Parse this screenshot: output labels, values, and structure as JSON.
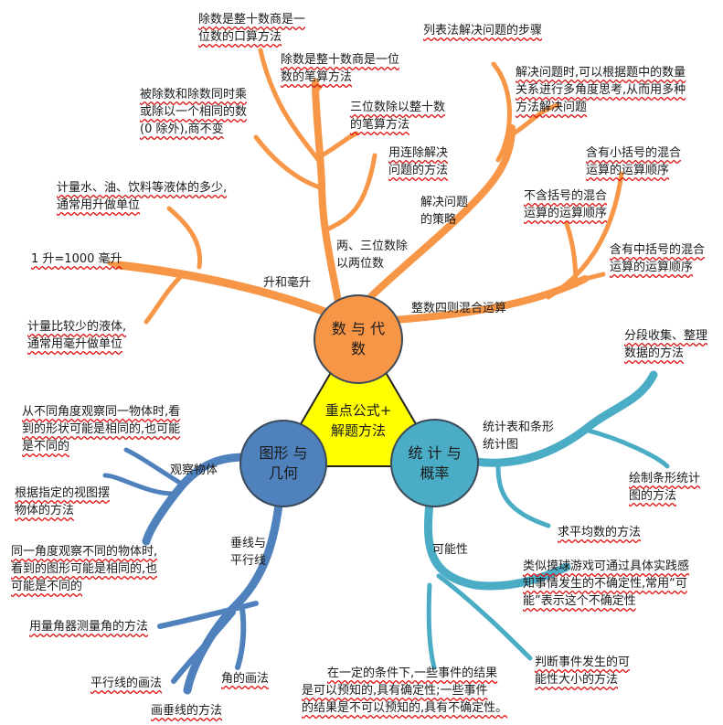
{
  "center": {
    "line1": "重点公式+",
    "line2": "解题方法"
  },
  "nodes": {
    "algebra": {
      "line1": "数 与 代",
      "line2": "数",
      "color": "#f79646"
    },
    "geometry": {
      "line1": "图形 与",
      "line2": "几何",
      "color": "#4f81bd"
    },
    "statistics": {
      "line1": "统 计 与",
      "line2": "概率",
      "color": "#4bacc6"
    },
    "triangle_color": "#ffff00"
  },
  "algebra_branch": {
    "liters": {
      "label": "升和毫升",
      "items": [
        {
          "l1": "计量水、油、饮料等液体的多少,",
          "l2": "通常用升做单位"
        },
        {
          "l1": "1 升=1000 毫升",
          "l2": ""
        },
        {
          "l1": "计量比较少的液体,",
          "l2": "通常用毫升做单位"
        }
      ]
    },
    "division": {
      "label_l1": "两、三位数除",
      "label_l2": "以两位数",
      "items": [
        {
          "l1": "除数是整十数商是一",
          "l2": "位数的口算方法"
        },
        {
          "l1": "除数是整十数商是一位",
          "l2": "数的笔算方法"
        },
        {
          "l1": "被除数和除数同时乘",
          "l2": "或除以一个相同的数",
          "l3": "(0 除外),商不变"
        },
        {
          "l1": "三位数除以整十数",
          "l2": "的笔算方法"
        },
        {
          "l1": "用连除解决",
          "l2": "问题的方法"
        }
      ]
    },
    "strategy": {
      "label_l1": "解决问题",
      "label_l2": "的策略",
      "items": [
        {
          "l1": "列表法解决问题的步骤",
          "l2": ""
        },
        {
          "l1": "解决问题时,可以根据题中的数量",
          "l2": "关系进行多角度思考,从而用多种",
          "l3": "方法解决问题"
        }
      ]
    },
    "mixed": {
      "label": "整数四则混合运算",
      "items": [
        {
          "l1": "含有小括号的混合",
          "l2": "运算的运算顺序"
        },
        {
          "l1": "不含括号的混合",
          "l2": "运算的运算顺序"
        },
        {
          "l1": "含有中括号的混合",
          "l2": "运算的运算顺序"
        }
      ]
    }
  },
  "geometry_branch": {
    "observe": {
      "label": "观察物体",
      "items": [
        {
          "l1": "从不同角度观察同一物体时,看",
          "l2": "到的形状可能是相同的,也可能",
          "l3": "是不同的"
        },
        {
          "l1": "根据指定的视图摆",
          "l2": "物体的方法"
        },
        {
          "l1": "同一角度观察不同的物体时,",
          "l2": "看到的图形可能是相同的,也",
          "l3": "可能是不同的"
        }
      ]
    },
    "lines": {
      "label_l1": "垂线与",
      "label_l2": "平行线",
      "items": [
        {
          "l1": "用量角器测量角的方法"
        },
        {
          "l1": "平行线的画法"
        },
        {
          "l1": "角的画法"
        },
        {
          "l1": "画垂线的方法"
        }
      ]
    }
  },
  "statistics_branch": {
    "charts": {
      "label_l1": "统计表和条形",
      "label_l2": "统计图",
      "items": [
        {
          "l1": "分段收集、整理",
          "l2": "数据的方法"
        },
        {
          "l1": "绘制条形统计",
          "l2": "图的方法"
        },
        {
          "l1": "求平均数的方法"
        }
      ]
    },
    "possibility": {
      "label": "可能性",
      "items": [
        {
          "l1": "类似摸球游戏可通过具体实践感",
          "l2": "知事情发生的不确定性,常用“可",
          "l3": "能”表示这个不确定性"
        },
        {
          "l1": "判断事件发生的可",
          "l2": "能性大小的方法"
        },
        {
          "l1": "在一定的条件下,一些事件的结果",
          "l2": "是可以预知的,具有确定性;一些事件",
          "l3": "的结果是不可以预知的,具有不确定性。"
        }
      ]
    }
  }
}
